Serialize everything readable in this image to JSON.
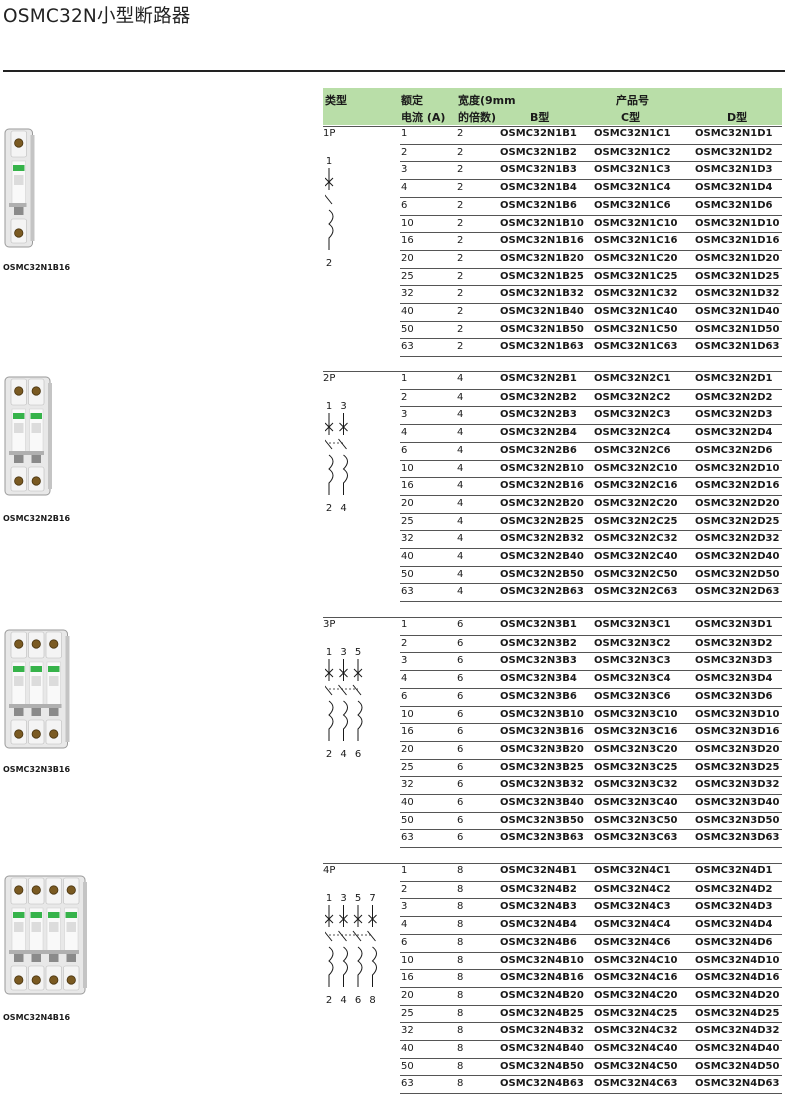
{
  "page": {
    "title": "OSMC32N小型断路器"
  },
  "header": {
    "type": "类型",
    "rated_1": "额定",
    "rated_2": "电流 (A)",
    "width_1": "宽度(9mm",
    "width_2": "的倍数)",
    "product_no": "产品号",
    "b_type": "B型",
    "c_type": "C型",
    "d_type": "D型"
  },
  "colors": {
    "header_bg": "#b9dea8",
    "breaker_green": "#36b34a",
    "breaker_body": "#e8e8e8",
    "breaker_handle": "#8a8a8a"
  },
  "sections": [
    {
      "pole": "1P",
      "product_label": "OSMC32N1B16",
      "terminals_top": [
        "1"
      ],
      "terminals_bottom": [
        "2"
      ],
      "rows": [
        {
          "rating": "1",
          "width": "2",
          "b": "OSMC32N1B1",
          "c": "OSMC32N1C1",
          "d": "OSMC32N1D1"
        },
        {
          "rating": "2",
          "width": "2",
          "b": "OSMC32N1B2",
          "c": "OSMC32N1C2",
          "d": "OSMC32N1D2"
        },
        {
          "rating": "3",
          "width": "2",
          "b": "OSMC32N1B3",
          "c": "OSMC32N1C3",
          "d": "OSMC32N1D3"
        },
        {
          "rating": "4",
          "width": "2",
          "b": "OSMC32N1B4",
          "c": "OSMC32N1C4",
          "d": "OSMC32N1D4"
        },
        {
          "rating": "6",
          "width": "2",
          "b": "OSMC32N1B6",
          "c": "OSMC32N1C6",
          "d": "OSMC32N1D6"
        },
        {
          "rating": "10",
          "width": "2",
          "b": "OSMC32N1B10",
          "c": "OSMC32N1C10",
          "d": "OSMC32N1D10"
        },
        {
          "rating": "16",
          "width": "2",
          "b": "OSMC32N1B16",
          "c": "OSMC32N1C16",
          "d": "OSMC32N1D16"
        },
        {
          "rating": "20",
          "width": "2",
          "b": "OSMC32N1B20",
          "c": "OSMC32N1C20",
          "d": "OSMC32N1D20"
        },
        {
          "rating": "25",
          "width": "2",
          "b": "OSMC32N1B25",
          "c": "OSMC32N1C25",
          "d": "OSMC32N1D25"
        },
        {
          "rating": "32",
          "width": "2",
          "b": "OSMC32N1B32",
          "c": "OSMC32N1C32",
          "d": "OSMC32N1D32"
        },
        {
          "rating": "40",
          "width": "2",
          "b": "OSMC32N1B40",
          "c": "OSMC32N1C40",
          "d": "OSMC32N1D40"
        },
        {
          "rating": "50",
          "width": "2",
          "b": "OSMC32N1B50",
          "c": "OSMC32N1C50",
          "d": "OSMC32N1D50"
        },
        {
          "rating": "63",
          "width": "2",
          "b": "OSMC32N1B63",
          "c": "OSMC32N1C63",
          "d": "OSMC32N1D63"
        }
      ]
    },
    {
      "pole": "2P",
      "product_label": "OSMC32N2B16",
      "terminals_top": [
        "1",
        "3"
      ],
      "terminals_bottom": [
        "2",
        "4"
      ],
      "rows": [
        {
          "rating": "1",
          "width": "4",
          "b": "OSMC32N2B1",
          "c": "OSMC32N2C1",
          "d": "OSMC32N2D1"
        },
        {
          "rating": "2",
          "width": "4",
          "b": "OSMC32N2B2",
          "c": "OSMC32N2C2",
          "d": "OSMC32N2D2"
        },
        {
          "rating": "3",
          "width": "4",
          "b": "OSMC32N2B3",
          "c": "OSMC32N2C3",
          "d": "OSMC32N2D3"
        },
        {
          "rating": "4",
          "width": "4",
          "b": "OSMC32N2B4",
          "c": "OSMC32N2C4",
          "d": "OSMC32N2D4"
        },
        {
          "rating": "6",
          "width": "4",
          "b": "OSMC32N2B6",
          "c": "OSMC32N2C6",
          "d": "OSMC32N2D6"
        },
        {
          "rating": "10",
          "width": "4",
          "b": "OSMC32N2B10",
          "c": "OSMC32N2C10",
          "d": "OSMC32N2D10"
        },
        {
          "rating": "16",
          "width": "4",
          "b": "OSMC32N2B16",
          "c": "OSMC32N2C16",
          "d": "OSMC32N2D16"
        },
        {
          "rating": "20",
          "width": "4",
          "b": "OSMC32N2B20",
          "c": "OSMC32N2C20",
          "d": "OSMC32N2D20"
        },
        {
          "rating": "25",
          "width": "4",
          "b": "OSMC32N2B25",
          "c": "OSMC32N2C25",
          "d": "OSMC32N2D25"
        },
        {
          "rating": "32",
          "width": "4",
          "b": "OSMC32N2B32",
          "c": "OSMC32N2C32",
          "d": "OSMC32N2D32"
        },
        {
          "rating": "40",
          "width": "4",
          "b": "OSMC32N2B40",
          "c": "OSMC32N2C40",
          "d": "OSMC32N2D40"
        },
        {
          "rating": "50",
          "width": "4",
          "b": "OSMC32N2B50",
          "c": "OSMC32N2C50",
          "d": "OSMC32N2D50"
        },
        {
          "rating": "63",
          "width": "4",
          "b": "OSMC32N2B63",
          "c": "OSMC32N2C63",
          "d": "OSMC32N2D63"
        }
      ]
    },
    {
      "pole": "3P",
      "product_label": "OSMC32N3B16",
      "terminals_top": [
        "1",
        "3",
        "5"
      ],
      "terminals_bottom": [
        "2",
        "4",
        "6"
      ],
      "rows": [
        {
          "rating": "1",
          "width": "6",
          "b": "OSMC32N3B1",
          "c": "OSMC32N3C1",
          "d": "OSMC32N3D1"
        },
        {
          "rating": "2",
          "width": "6",
          "b": "OSMC32N3B2",
          "c": "OSMC32N3C2",
          "d": "OSMC32N3D2"
        },
        {
          "rating": "3",
          "width": "6",
          "b": "OSMC32N3B3",
          "c": "OSMC32N3C3",
          "d": "OSMC32N3D3"
        },
        {
          "rating": "4",
          "width": "6",
          "b": "OSMC32N3B4",
          "c": "OSMC32N3C4",
          "d": "OSMC32N3D4"
        },
        {
          "rating": "6",
          "width": "6",
          "b": "OSMC32N3B6",
          "c": "OSMC32N3C6",
          "d": "OSMC32N3D6"
        },
        {
          "rating": "10",
          "width": "6",
          "b": "OSMC32N3B10",
          "c": "OSMC32N3C10",
          "d": "OSMC32N3D10"
        },
        {
          "rating": "16",
          "width": "6",
          "b": "OSMC32N3B16",
          "c": "OSMC32N3C16",
          "d": "OSMC32N3D16"
        },
        {
          "rating": "20",
          "width": "6",
          "b": "OSMC32N3B20",
          "c": "OSMC32N3C20",
          "d": "OSMC32N3D20"
        },
        {
          "rating": "25",
          "width": "6",
          "b": "OSMC32N3B25",
          "c": "OSMC32N3C25",
          "d": "OSMC32N3D25"
        },
        {
          "rating": "32",
          "width": "6",
          "b": "OSMC32N3B32",
          "c": "OSMC32N3C32",
          "d": "OSMC32N3D32"
        },
        {
          "rating": "40",
          "width": "6",
          "b": "OSMC32N3B40",
          "c": "OSMC32N3C40",
          "d": "OSMC32N3D40"
        },
        {
          "rating": "50",
          "width": "6",
          "b": "OSMC32N3B50",
          "c": "OSMC32N3C50",
          "d": "OSMC32N3D50"
        },
        {
          "rating": "63",
          "width": "6",
          "b": "OSMC32N3B63",
          "c": "OSMC32N3C63",
          "d": "OSMC32N3D63"
        }
      ]
    },
    {
      "pole": "4P",
      "product_label": "OSMC32N4B16",
      "terminals_top": [
        "1",
        "3",
        "5",
        "7"
      ],
      "terminals_bottom": [
        "2",
        "4",
        "6",
        "8"
      ],
      "rows": [
        {
          "rating": "1",
          "width": "8",
          "b": "OSMC32N4B1",
          "c": "OSMC32N4C1",
          "d": "OSMC32N4D1"
        },
        {
          "rating": "2",
          "width": "8",
          "b": "OSMC32N4B2",
          "c": "OSMC32N4C2",
          "d": "OSMC32N4D2"
        },
        {
          "rating": "3",
          "width": "8",
          "b": "OSMC32N4B3",
          "c": "OSMC32N4C3",
          "d": "OSMC32N4D3"
        },
        {
          "rating": "4",
          "width": "8",
          "b": "OSMC32N4B4",
          "c": "OSMC32N4C4",
          "d": "OSMC32N4D4"
        },
        {
          "rating": "6",
          "width": "8",
          "b": "OSMC32N4B6",
          "c": "OSMC32N4C6",
          "d": "OSMC32N4D6"
        },
        {
          "rating": "10",
          "width": "8",
          "b": "OSMC32N4B10",
          "c": "OSMC32N4C10",
          "d": "OSMC32N4D10"
        },
        {
          "rating": "16",
          "width": "8",
          "b": "OSMC32N4B16",
          "c": "OSMC32N4C16",
          "d": "OSMC32N4D16"
        },
        {
          "rating": "20",
          "width": "8",
          "b": "OSMC32N4B20",
          "c": "OSMC32N4C20",
          "d": "OSMC32N4D20"
        },
        {
          "rating": "25",
          "width": "8",
          "b": "OSMC32N4B25",
          "c": "OSMC32N4C25",
          "d": "OSMC32N4D25"
        },
        {
          "rating": "32",
          "width": "8",
          "b": "OSMC32N4B32",
          "c": "OSMC32N4C32",
          "d": "OSMC32N4D32"
        },
        {
          "rating": "40",
          "width": "8",
          "b": "OSMC32N4B40",
          "c": "OSMC32N4C40",
          "d": "OSMC32N4D40"
        },
        {
          "rating": "50",
          "width": "8",
          "b": "OSMC32N4B50",
          "c": "OSMC32N4C50",
          "d": "OSMC32N4D50"
        },
        {
          "rating": "63",
          "width": "8",
          "b": "OSMC32N4B63",
          "c": "OSMC32N4C63",
          "d": "OSMC32N4D63"
        }
      ]
    }
  ]
}
